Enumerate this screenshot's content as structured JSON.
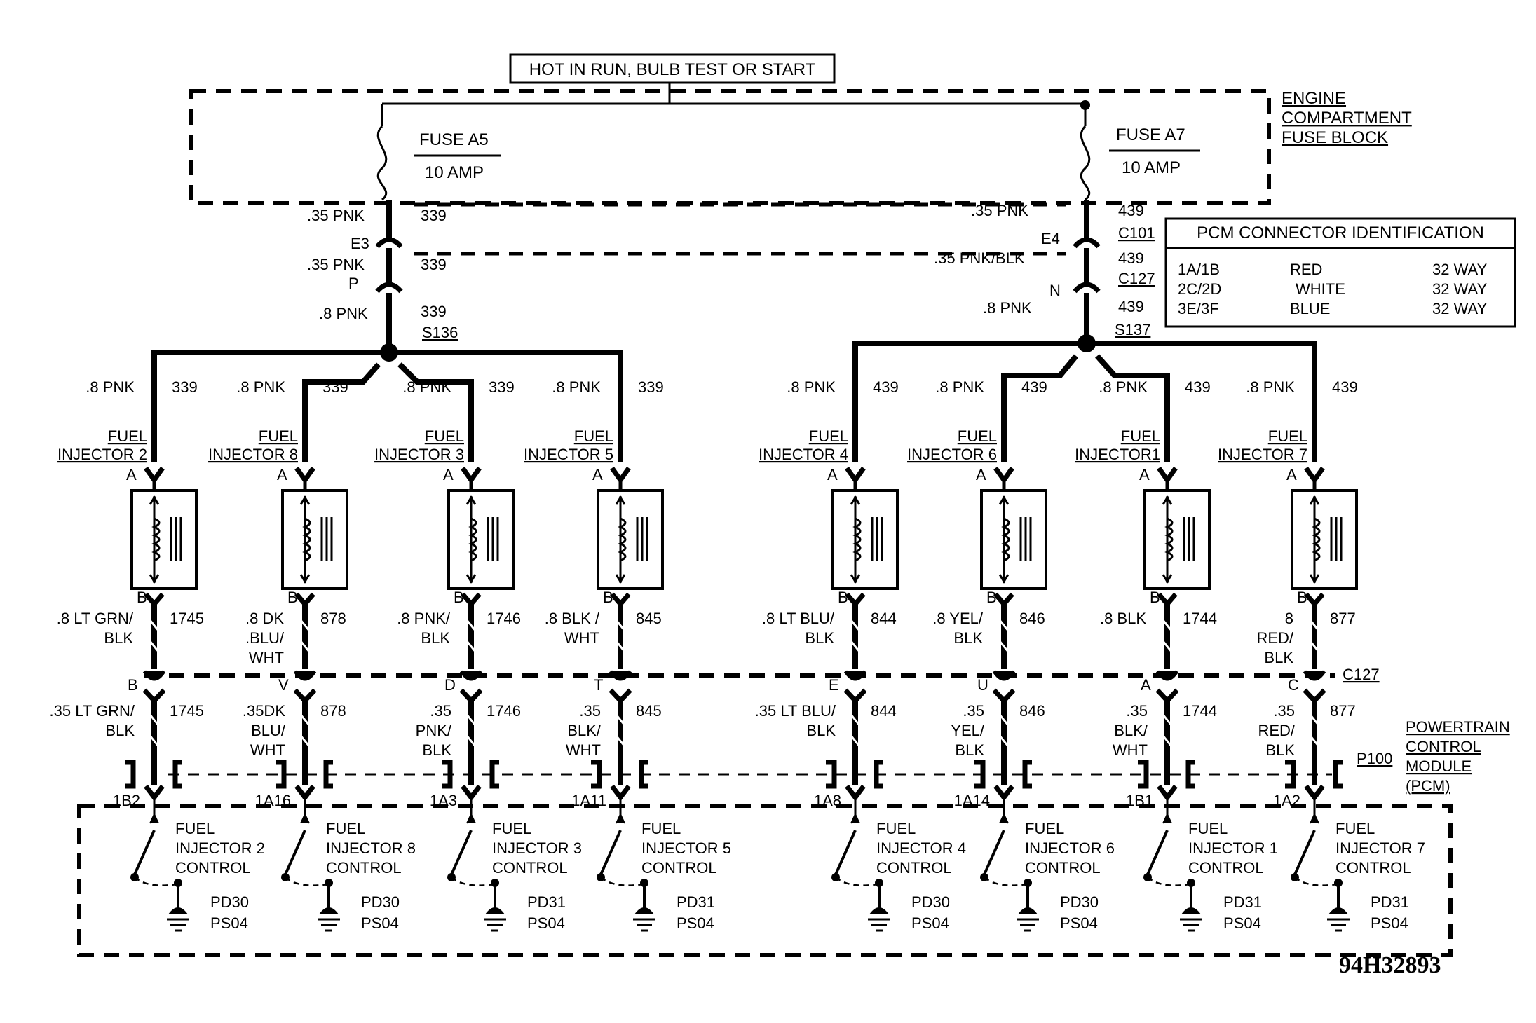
{
  "hot_label": "HOT IN RUN,  BULB TEST OR START",
  "fuse_block_label": [
    "ENGINE",
    "COMPARTMENT",
    "FUSE BLOCK"
  ],
  "fuses": [
    {
      "name": "FUSE A5",
      "rating": "10 AMP"
    },
    {
      "name": "FUSE A7",
      "rating": "10 AMP"
    }
  ],
  "left_feed": {
    "wire1": ".35 PNK",
    "circuit1": "339",
    "pin1": "E3",
    "wire2": ".35 PNK",
    "circuit2": "339",
    "pin2": "P",
    "wire3": ".8 PNK",
    "circuit3": "339",
    "splice": "S136"
  },
  "right_feed": {
    "wire1": ".35 PNK",
    "circuit1": "439",
    "pin1": "E4",
    "connector1": "C101",
    "wire2": ".35 PNK/BLK",
    "circuit2": "439",
    "pin2": "N",
    "connector2": "C127",
    "wire3": ".8 PNK",
    "circuit3": "439",
    "splice": "S137"
  },
  "pcm_table": {
    "title": "PCM CONNECTOR IDENTIFICATION",
    "rows": [
      {
        "conn": "1A/1B",
        "color": "RED",
        "ways": "32 WAY"
      },
      {
        "conn": "2C/2D",
        "color": "WHITE",
        "ways": "32 WAY"
      },
      {
        "conn": "3E/3F",
        "color": "BLUE",
        "ways": "32 WAY"
      }
    ]
  },
  "injectors": [
    {
      "id": "inj2",
      "label": [
        "FUEL",
        "INJECTOR 2"
      ],
      "feed_wire": [
        ".8 PNK"
      ],
      "feed_circuit": "339",
      "pin_a": "A",
      "pin_b": "B",
      "out_wire": [
        ".8 LT GRN/",
        "BLK"
      ],
      "out_circuit": "1745",
      "c127_pin": "B",
      "pcm_wire": [
        ".35 LT GRN/",
        "BLK"
      ],
      "pcm_circuit": "1745",
      "pcm_pin": "1B2",
      "control": [
        "FUEL",
        "INJECTOR 2",
        "CONTROL"
      ],
      "pd": [
        "PD30",
        "PS04"
      ]
    },
    {
      "id": "inj8",
      "label": [
        "FUEL",
        "INJECTOR 8"
      ],
      "feed_wire": [
        ".8 PNK"
      ],
      "feed_circuit": "339",
      "pin_a": "A",
      "pin_b": "B",
      "out_wire": [
        ".8 DK",
        ".BLU/",
        "WHT"
      ],
      "out_circuit": "878",
      "c127_pin": "V",
      "pcm_wire": [
        ".35DK",
        "BLU/",
        "WHT"
      ],
      "pcm_circuit": "878",
      "pcm_pin": "1A16",
      "control": [
        "FUEL",
        "INJECTOR 8",
        "CONTROL"
      ],
      "pd": [
        "PD30",
        "PS04"
      ]
    },
    {
      "id": "inj3",
      "label": [
        "FUEL",
        "INJECTOR 3"
      ],
      "feed_wire": [
        ".8 PNK"
      ],
      "feed_circuit": "339",
      "pin_a": "A",
      "pin_b": "B",
      "out_wire": [
        ".8 PNK/",
        "BLK"
      ],
      "out_circuit": "1746",
      "c127_pin": "D",
      "pcm_wire": [
        ".35",
        "PNK/",
        "BLK"
      ],
      "pcm_circuit": "1746",
      "pcm_pin": "1A3",
      "control": [
        "FUEL",
        "INJECTOR 3",
        "CONTROL"
      ],
      "pd": [
        "PD31",
        "PS04"
      ]
    },
    {
      "id": "inj5",
      "label": [
        "FUEL",
        "INJECTOR 5"
      ],
      "feed_wire": [
        ".8 PNK"
      ],
      "feed_circuit": "339",
      "pin_a": "A",
      "pin_b": "B",
      "out_wire": [
        ".8 BLK /",
        "WHT"
      ],
      "out_circuit": "845",
      "c127_pin": "T",
      "pcm_wire": [
        ".35",
        "BLK/",
        "WHT"
      ],
      "pcm_circuit": "845",
      "pcm_pin": "1A11",
      "control": [
        "FUEL",
        "INJECTOR 5",
        "CONTROL"
      ],
      "pd": [
        "PD31",
        "PS04"
      ]
    },
    {
      "id": "inj4",
      "label": [
        "FUEL",
        "INJECTOR 4"
      ],
      "feed_wire": [
        ".8 PNK"
      ],
      "feed_circuit": "439",
      "pin_a": "A",
      "pin_b": "B",
      "out_wire": [
        ".8 LT BLU/",
        "BLK"
      ],
      "out_circuit": "844",
      "c127_pin": "E",
      "pcm_wire": [
        ".35 LT BLU/",
        "BLK"
      ],
      "pcm_circuit": "844",
      "pcm_pin": "1A8",
      "control": [
        "FUEL",
        "INJECTOR 4",
        "CONTROL"
      ],
      "pd": [
        "PD30",
        "PS04"
      ]
    },
    {
      "id": "inj6",
      "label": [
        "FUEL",
        "INJECTOR 6"
      ],
      "feed_wire": [
        ".8 PNK"
      ],
      "feed_circuit": "439",
      "pin_a": "A",
      "pin_b": "B",
      "out_wire": [
        ".8 YEL/",
        "BLK"
      ],
      "out_circuit": "846",
      "c127_pin": "U",
      "pcm_wire": [
        ".35",
        "YEL/",
        "BLK"
      ],
      "pcm_circuit": "846",
      "pcm_pin": "1A14",
      "control": [
        "FUEL",
        "INJECTOR 6",
        "CONTROL"
      ],
      "pd": [
        "PD30",
        "PS04"
      ]
    },
    {
      "id": "inj1",
      "label": [
        "FUEL",
        "INJECTOR1"
      ],
      "feed_wire": [
        ".8 PNK"
      ],
      "feed_circuit": "439",
      "pin_a": "A",
      "pin_b": "B",
      "out_wire": [
        ".8 BLK"
      ],
      "out_circuit": "1744",
      "c127_pin": "A",
      "pcm_wire": [
        ".35",
        "BLK/",
        "WHT"
      ],
      "pcm_circuit": "1744",
      "pcm_pin": "1B1",
      "control": [
        "FUEL",
        "INJECTOR 1",
        "CONTROL"
      ],
      "pd": [
        "PD31",
        "PS04"
      ]
    },
    {
      "id": "inj7",
      "label": [
        "FUEL",
        "INJECTOR 7"
      ],
      "feed_wire": [
        ".8 PNK"
      ],
      "feed_circuit": "439",
      "pin_a": "A",
      "pin_b": "B",
      "out_wire": [
        "8",
        "RED/",
        "BLK"
      ],
      "out_circuit": "877",
      "c127_pin": "C",
      "pcm_wire": [
        ".35",
        "RED/",
        "BLK"
      ],
      "pcm_circuit": "877",
      "pcm_pin": "1A2",
      "control": [
        "FUEL",
        "INJECTOR 7",
        "CONTROL"
      ],
      "pd": [
        "PD31",
        "PS04"
      ]
    }
  ],
  "c127_label": "C127",
  "p100_label": "P100",
  "pcm_label": [
    "POWERTRAIN",
    "CONTROL",
    "MODULE",
    "(PCM)"
  ],
  "diagram_id": "94H32893"
}
